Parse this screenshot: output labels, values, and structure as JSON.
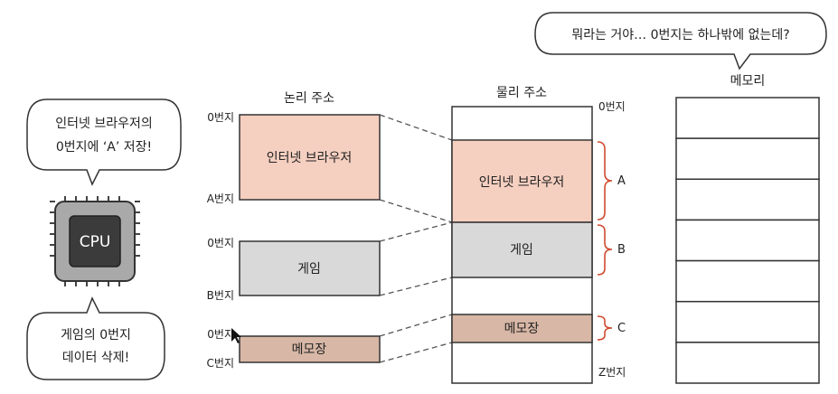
{
  "bubbles": {
    "cpu_top": [
      "인터넷 브라우저의",
      "0번지에 ‘A’ 저장!"
    ],
    "cpu_bottom": [
      "게임의 0번지",
      "데이터 삭제!"
    ],
    "memory_top": "뭐라는 거야… 0번지는 하나밖에 없는데?"
  },
  "cpu": {
    "label": "CPU"
  },
  "logical": {
    "title": "논리 주소",
    "blocks": [
      {
        "name": "인터넷 브라우저",
        "start_label": "0번지",
        "end_label": "A번지",
        "color": "#f5cfc0"
      },
      {
        "name": "게임",
        "start_label": "0번지",
        "end_label": "B번지",
        "color": "#d9d9d9"
      },
      {
        "name": "메모장",
        "start_label": "0번지",
        "end_label": "C번지",
        "color": "#d8b7a6"
      }
    ]
  },
  "physical": {
    "title": "물리 주소",
    "start_label": "0번지",
    "end_label": "Z번지",
    "segments": [
      {
        "name": "인터넷 브라우저",
        "brace_label": "A",
        "color": "#f5cfc0"
      },
      {
        "name": "게임",
        "brace_label": "B",
        "color": "#d9d9d9"
      },
      {
        "name": "메모장",
        "brace_label": "C",
        "color": "#d8b7a6"
      }
    ]
  },
  "memory": {
    "title": "메모리",
    "rows": 7
  },
  "colors": {
    "line": "#333333",
    "dashed": "#555555",
    "brace": "#d04a2f"
  }
}
